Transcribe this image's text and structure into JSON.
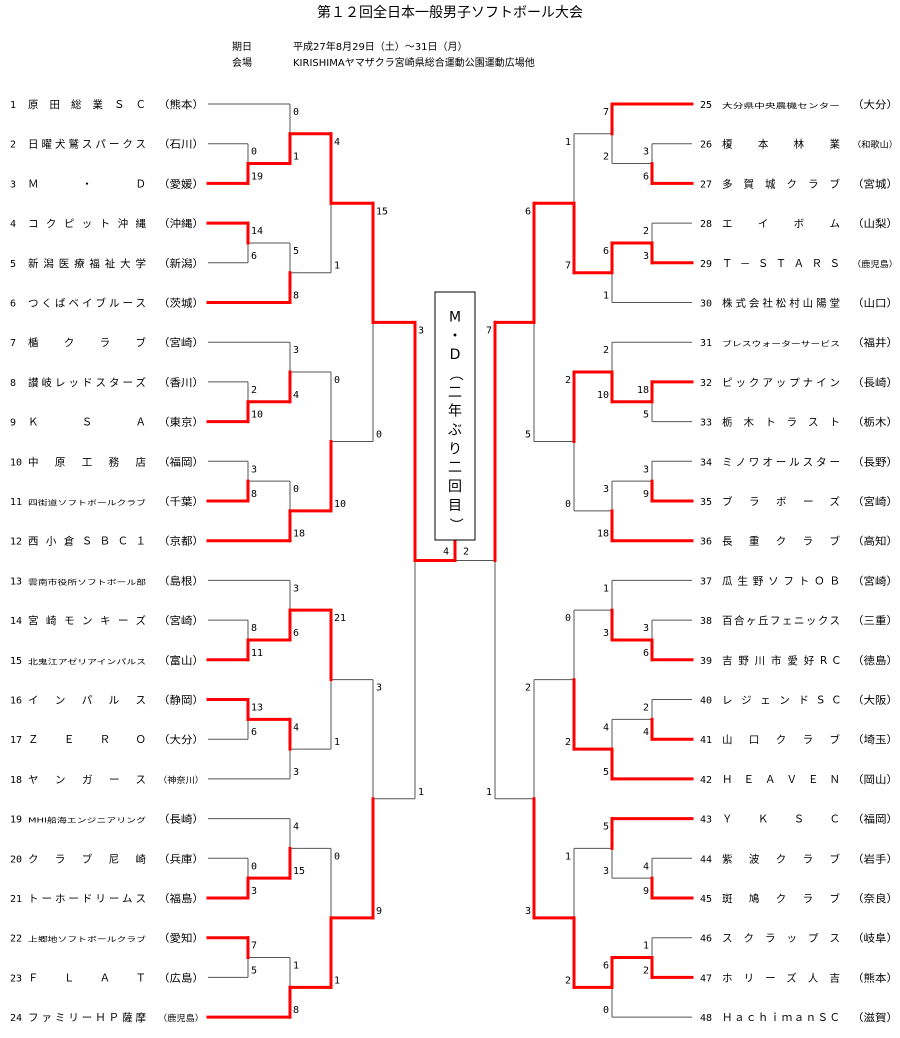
{
  "header": {
    "title": "第１２回全日本一般男子ソフトボール大会",
    "date_label": "期日",
    "date_value": "平成27年8月29日（土）～31日（月）",
    "venue_label": "会場",
    "venue_value": "KIRISHIMAヤマザクラ宮崎県総合運動公園運動広場他"
  },
  "champion": {
    "text": "M・D（二年ぶり二回目）"
  },
  "colors": {
    "winner": "#ff0000",
    "line": "#000000"
  },
  "teams": [
    {
      "no": "1",
      "name": "原田総業ＳＣ",
      "pref": "（熊本）"
    },
    {
      "no": "2",
      "name": "日曜犬鷲スパークス",
      "pref": "（石川）"
    },
    {
      "no": "3",
      "name": "Ｍ・Ｄ",
      "pref": "（愛媛）"
    },
    {
      "no": "4",
      "name": "コクピット沖縄",
      "pref": "（沖縄）"
    },
    {
      "no": "5",
      "name": "新潟医療福祉大学",
      "pref": "（新潟）"
    },
    {
      "no": "6",
      "name": "つくばベイブルース",
      "pref": "（茨城）"
    },
    {
      "no": "7",
      "name": "楯クラブ",
      "pref": "（宮崎）"
    },
    {
      "no": "8",
      "name": "讃岐レッドスターズ",
      "pref": "（香川）"
    },
    {
      "no": "9",
      "name": "ＫＳＡ",
      "pref": "（東京）"
    },
    {
      "no": "10",
      "name": "中原工務店",
      "pref": "（福岡）"
    },
    {
      "no": "11",
      "name": "四街道ソフトボールクラブ",
      "pref": "（千葉）"
    },
    {
      "no": "12",
      "name": "西小倉ＳＢＣ１",
      "pref": "（京都）"
    },
    {
      "no": "13",
      "name": "雲南市役所ソフトボール部",
      "pref": "（島根）"
    },
    {
      "no": "14",
      "name": "宮崎モンキーズ",
      "pref": "（宮崎）"
    },
    {
      "no": "15",
      "name": "北鬼江アゼリアインパルス",
      "pref": "（富山）"
    },
    {
      "no": "16",
      "name": "インパルス",
      "pref": "（静岡）"
    },
    {
      "no": "17",
      "name": "ＺＥＲＯ",
      "pref": "（大分）"
    },
    {
      "no": "18",
      "name": "ヤンガース",
      "pref": "（神奈川）"
    },
    {
      "no": "19",
      "name": "MHI船海エンジニアリング",
      "pref": "（長崎）"
    },
    {
      "no": "20",
      "name": "クラブ尼崎",
      "pref": "（兵庫）"
    },
    {
      "no": "21",
      "name": "トーホードリームス",
      "pref": "（福島）"
    },
    {
      "no": "22",
      "name": "上郷地ソフトボールクラブ",
      "pref": "（愛知）"
    },
    {
      "no": "23",
      "name": "ＦＬＡＴ",
      "pref": "（広島）"
    },
    {
      "no": "24",
      "name": "ファミリーＨＰ薩摩",
      "pref": "（鹿児島）"
    },
    {
      "no": "25",
      "name": "大分県中央農機センター",
      "pref": "（大分）"
    },
    {
      "no": "26",
      "name": "榎本林業",
      "pref": "（和歌山）"
    },
    {
      "no": "27",
      "name": "多賀城クラブ",
      "pref": "（宮城）"
    },
    {
      "no": "28",
      "name": "エイボム",
      "pref": "（山梨）"
    },
    {
      "no": "29",
      "name": "Ｔ－ＳＴＡＲＳ",
      "pref": "（鹿児島）"
    },
    {
      "no": "30",
      "name": "株式会社松村山陽堂",
      "pref": "（山口）"
    },
    {
      "no": "31",
      "name": "ブレスウォーターサービス",
      "pref": "（福井）"
    },
    {
      "no": "32",
      "name": "ピックアップナイン",
      "pref": "（長崎）"
    },
    {
      "no": "33",
      "name": "栃木トラスト",
      "pref": "（栃木）"
    },
    {
      "no": "34",
      "name": "ミノワオールスター",
      "pref": "（長野）"
    },
    {
      "no": "35",
      "name": "ブラボーズ",
      "pref": "（宮崎）"
    },
    {
      "no": "36",
      "name": "長重クラブ",
      "pref": "（高知）"
    },
    {
      "no": "37",
      "name": "瓜生野ソフトＯＢ",
      "pref": "（宮崎）"
    },
    {
      "no": "38",
      "name": "百合ヶ丘フェニックス",
      "pref": "（三重）"
    },
    {
      "no": "39",
      "name": "吉野川市愛好RC",
      "pref": "（徳島）"
    },
    {
      "no": "40",
      "name": "レジェンドSC",
      "pref": "（大阪）"
    },
    {
      "no": "41",
      "name": "山口クラブ",
      "pref": "（埼玉）"
    },
    {
      "no": "42",
      "name": "ＨＥＡＶＥＮ",
      "pref": "（岡山）"
    },
    {
      "no": "43",
      "name": "ＹＫＳＣ",
      "pref": "（福岡）"
    },
    {
      "no": "44",
      "name": "紫波クラブ",
      "pref": "（岩手）"
    },
    {
      "no": "45",
      "name": "斑鳩クラブ",
      "pref": "（奈良）"
    },
    {
      "no": "46",
      "name": "スクラップス",
      "pref": "（岐阜）"
    },
    {
      "no": "47",
      "name": "ホリーズ人吉",
      "pref": "（熊本）"
    },
    {
      "no": "48",
      "name": "ＨａｃｈｉｍａｎＳＣ",
      "pref": "（滋賀）"
    }
  ],
  "bracket": {
    "left": [
      [
        [
          [
            1,
            [
              2,
              3,
              0,
              19,
              1
            ],
            0,
            1,
            1
          ],
          [
            [
              4,
              5,
              14,
              6,
              0
            ],
            6,
            5,
            8,
            1
          ],
          4,
          1,
          0
        ],
        [
          [
            7,
            [
              8,
              9,
              2,
              10,
              1
            ],
            3,
            4,
            1
          ],
          [
            [
              10,
              11,
              3,
              8,
              1
            ],
            12,
            0,
            18,
            1
          ],
          0,
          10,
          1
        ],
        15,
        0,
        0
      ],
      [
        [
          [
            13,
            [
              14,
              15,
              8,
              11,
              1
            ],
            3,
            6,
            1
          ],
          [
            [
              16,
              17,
              13,
              6,
              0
            ],
            18,
            4,
            3,
            0
          ],
          21,
          1,
          0
        ],
        [
          [
            19,
            [
              20,
              21,
              0,
              3,
              1
            ],
            4,
            15,
            1
          ],
          [
            [
              22,
              23,
              7,
              5,
              0
            ],
            24,
            1,
            8,
            1
          ],
          0,
          1,
          1
        ],
        3,
        9,
        1
      ],
      3,
      1,
      0
    ],
    "right": [
      [
        [
          [
            25,
            [
              26,
              27,
              3,
              6,
              1
            ],
            7,
            2,
            0
          ],
          [
            [
              28,
              29,
              2,
              3,
              1
            ],
            30,
            6,
            1,
            0
          ],
          1,
          7,
          1
        ],
        [
          [
            31,
            [
              32,
              33,
              18,
              5,
              0
            ],
            2,
            10,
            1
          ],
          [
            [
              34,
              35,
              3,
              9,
              1
            ],
            36,
            3,
            18,
            1
          ],
          2,
          0,
          0
        ],
        6,
        5,
        0
      ],
      [
        [
          [
            37,
            [
              38,
              39,
              3,
              6,
              1
            ],
            1,
            3,
            1
          ],
          [
            [
              40,
              41,
              2,
              4,
              1
            ],
            42,
            4,
            5,
            1
          ],
          0,
          2,
          1
        ],
        [
          [
            43,
            [
              44,
              45,
              4,
              9,
              1
            ],
            5,
            3,
            0
          ],
          [
            [
              46,
              47,
              1,
              2,
              1
            ],
            48,
            6,
            0,
            0
          ],
          1,
          2,
          1
        ],
        2,
        3,
        1
      ],
      7,
      1,
      0
    ],
    "final": {
      "left_score": 4,
      "right_score": 2,
      "winner": "left"
    }
  }
}
